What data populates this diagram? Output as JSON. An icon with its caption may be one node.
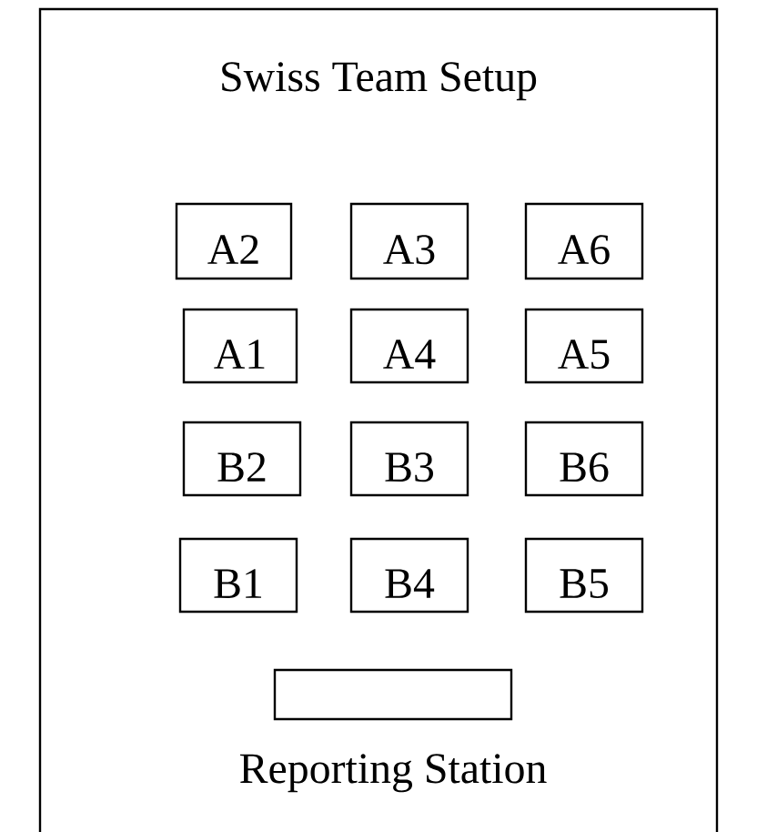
{
  "diagram": {
    "title": "Swiss Team Setup",
    "nodes": [
      {
        "text": [
          "A2"
        ]
      },
      {
        "text": [
          "A3"
        ]
      },
      {
        "text": [
          "A6"
        ]
      },
      {
        "text": [
          "A1"
        ]
      },
      {
        "text": [
          "A4"
        ]
      },
      {
        "text": [
          "A5"
        ]
      },
      {
        "text": [
          "B2"
        ]
      },
      {
        "text": [
          "B3"
        ]
      },
      {
        "text": [
          "B6"
        ]
      },
      {
        "text": [
          "B1"
        ]
      },
      {
        "text": [
          "B4"
        ]
      },
      {
        "text": [
          "B5"
        ]
      },
      {
        "text": [
          "Reporting Station"
        ]
      }
    ]
  }
}
